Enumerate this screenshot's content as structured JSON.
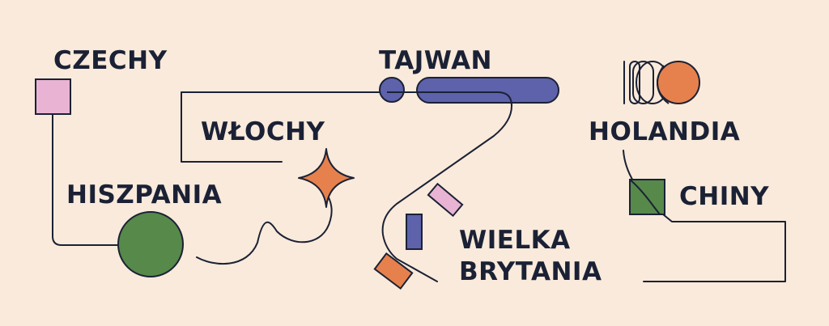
{
  "countries": {
    "czechy": "CZECHY",
    "tajwan": "TAJWAN",
    "wlochy": "WŁOCHY",
    "holandia": "HOLANDIA",
    "hiszpania": "HISZPANIA",
    "chiny": "CHINY",
    "wielka_line1": "WIELKA",
    "wielka_line2": "BRYTANIA"
  },
  "colors": {
    "background": "#f9eadb",
    "ink": "#1b2135",
    "pink": "#e9b3d4",
    "green": "#56894a",
    "orange": "#e6814d",
    "blue": "#5d62ab"
  }
}
